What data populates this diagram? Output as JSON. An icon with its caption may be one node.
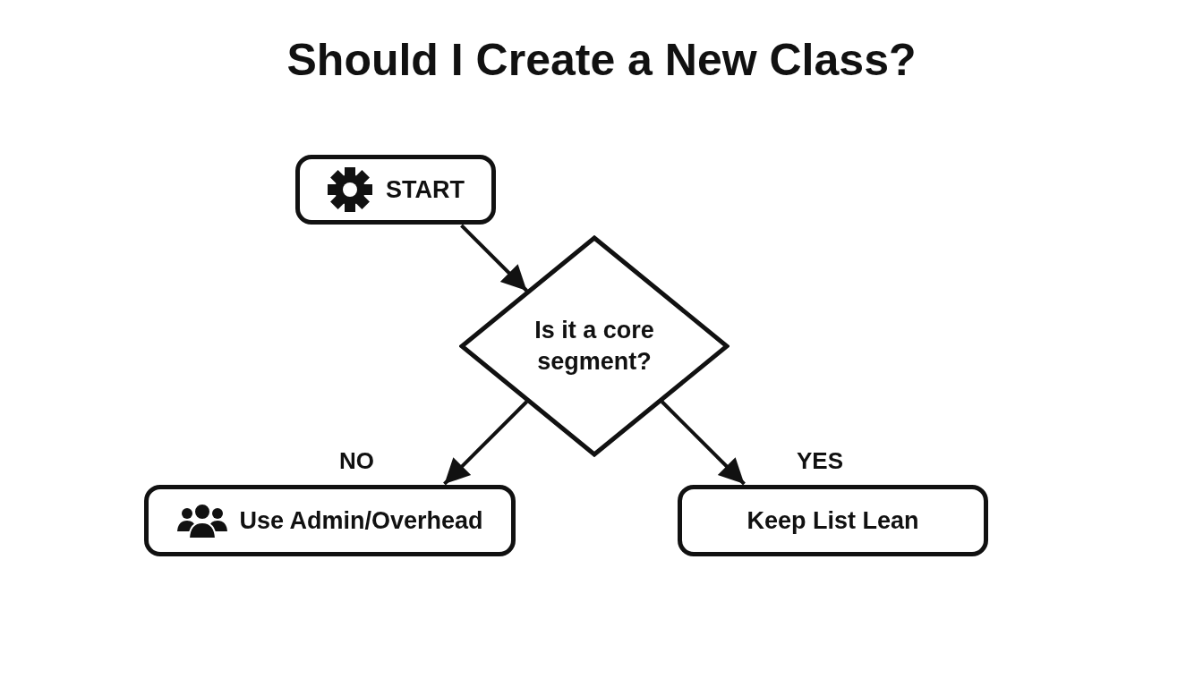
{
  "diagram": {
    "title": "Should I Create a New Class?",
    "nodes": [
      {
        "text": [
          "START"
        ]
      },
      {
        "text": [
          "Is it a core segment?"
        ]
      },
      {
        "text": [
          "Use Admin/Overhead"
        ]
      },
      {
        "text": [
          "Keep List Lean"
        ]
      }
    ],
    "edges": [
      {
        "from": 0,
        "to": 1,
        "arrow": "to"
      },
      {
        "from": 1,
        "to": 2,
        "arrow": "to",
        "label": "NO"
      },
      {
        "from": 1,
        "to": 3,
        "arrow": "to",
        "label": "YES"
      }
    ]
  }
}
